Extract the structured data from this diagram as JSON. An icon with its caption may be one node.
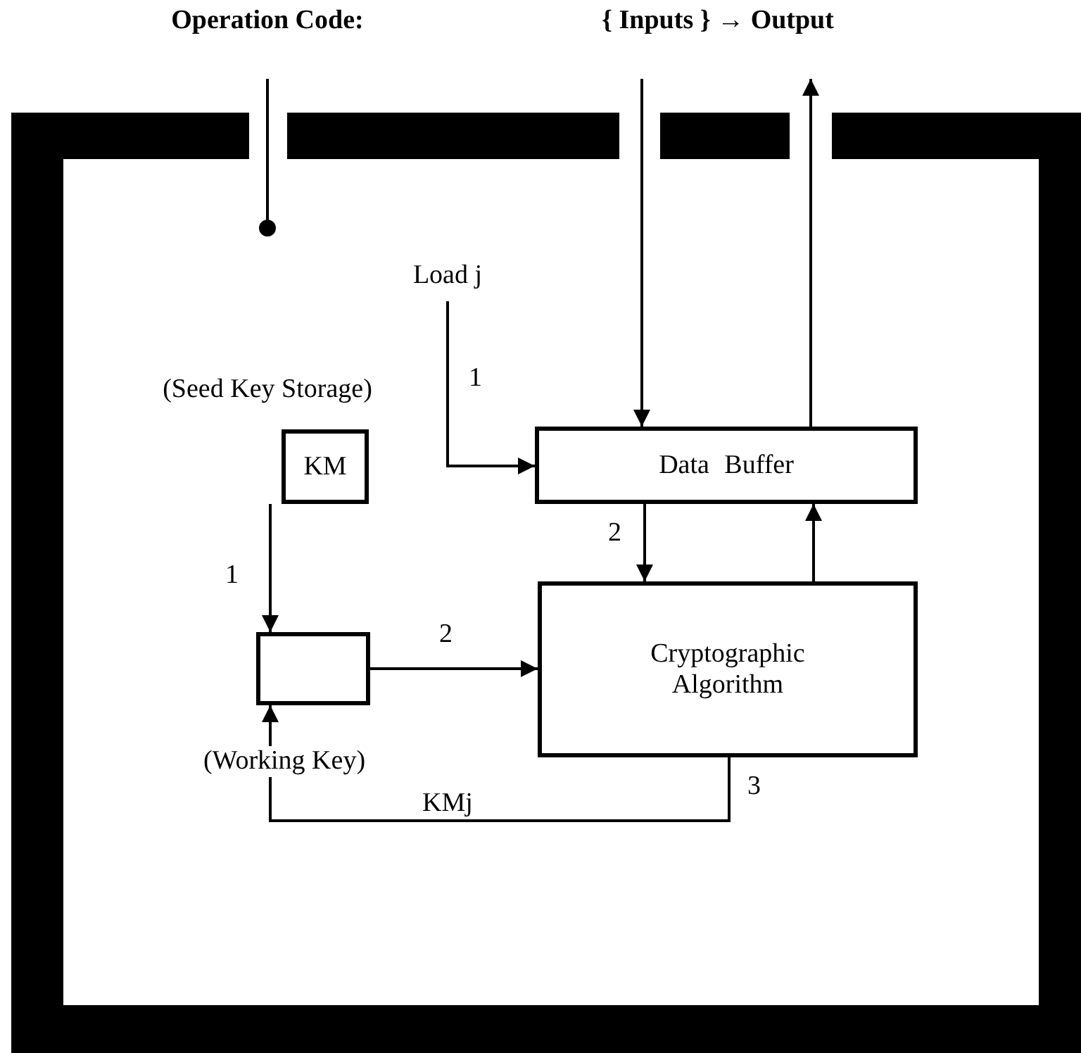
{
  "diagram": {
    "nodes": [
      {
        "text": [
          "Operation Code:"
        ]
      },
      {
        "text": [
          "{ Inputs } → Output"
        ]
      },
      {
        "text": [
          "Load j"
        ]
      },
      {
        "text": [
          "KM"
        ],
        "beside": [
          "(Seed Key Storage)"
        ]
      },
      {
        "text": [],
        "shape": "box",
        "beside": [
          "(Working Key)"
        ]
      },
      {
        "text": [
          "Data Buffer"
        ]
      },
      {
        "text": [
          "Cryptographic Algorithm"
        ]
      }
    ],
    "edges": [
      {
        "from": 0,
        "to": null,
        "arrow": "other"
      },
      {
        "from": 1,
        "to": 5,
        "arrow": "to"
      },
      {
        "from": 5,
        "to": 1,
        "arrow": "to"
      },
      {
        "from": 2,
        "to": 5,
        "arrow": "to",
        "label": "1"
      },
      {
        "from": 3,
        "to": 4,
        "arrow": "to",
        "label": "1"
      },
      {
        "from": 5,
        "to": 6,
        "arrow": "to",
        "label": "2"
      },
      {
        "from": 6,
        "to": 5,
        "arrow": "to"
      },
      {
        "from": 4,
        "to": 6,
        "arrow": "to",
        "label": "2"
      },
      {
        "from": 6,
        "to": 4,
        "arrow": "to",
        "label": "KMj"
      }
    ],
    "labels": [
      "3"
    ]
  }
}
